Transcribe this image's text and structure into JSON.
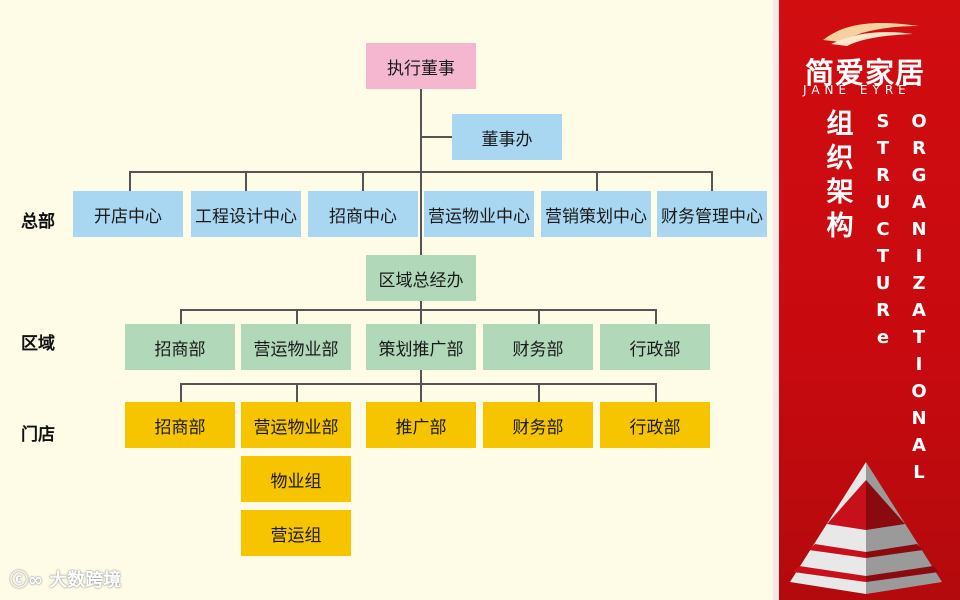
{
  "levels": {
    "hq": "总部",
    "region": "区域",
    "store": "门店"
  },
  "top": {
    "executive": "执行董事",
    "board_office": "董事办"
  },
  "hq_centers": [
    "开店中心",
    "工程设计中心",
    "招商中心",
    "营运物业中心",
    "营销策划中心",
    "财务管理中心"
  ],
  "regional_gm_office": "区域总经办",
  "region_depts": [
    "招商部",
    "营运物业部",
    "策划推广部",
    "财务部",
    "行政部"
  ],
  "store_depts": [
    "招商部",
    "营运物业部",
    "推广部",
    "财务部",
    "行政部"
  ],
  "store_sub_groups": [
    "物业组",
    "营运组"
  ],
  "brand": {
    "name_cn": "简爱家居",
    "name_en": "JANE EYRE"
  },
  "sidebar_title": {
    "cn": [
      "组",
      "织",
      "架",
      "构"
    ],
    "en1": [
      "S",
      "T",
      "R",
      "U",
      "C",
      "T",
      "U",
      "R",
      "e"
    ],
    "en2": [
      "O",
      "R",
      "G",
      "A",
      "N",
      "I",
      "Z",
      "A",
      "T",
      "I",
      "O",
      "N",
      "A",
      "L"
    ]
  },
  "watermark": "大数跨境",
  "colors": {
    "executive": "#f4b7cf",
    "hq": "#a9d6f1",
    "region": "#b0d8b9",
    "store": "#f7c400",
    "sidebar": "#c70a0f"
  }
}
